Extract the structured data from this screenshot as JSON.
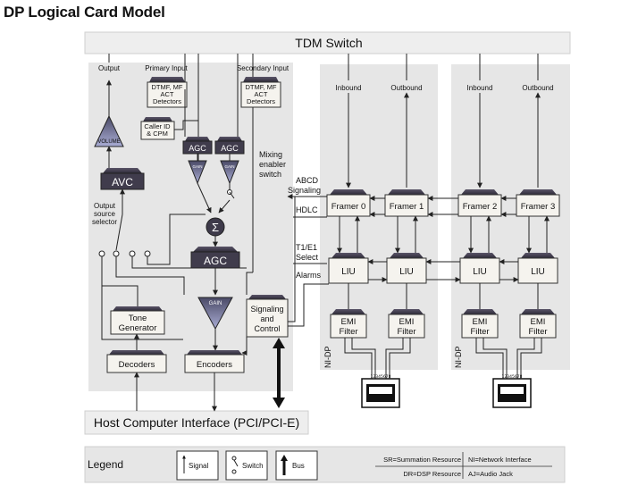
{
  "title": "DP Logical Card Model",
  "tdm_switch": "TDM Switch",
  "host_interface": "Host Computer Interface (PCI/PCI-E)",
  "dsp": {
    "output": "Output",
    "primary_input": "Primary Input",
    "secondary_input": "Secondary Input",
    "detectors_1": [
      "DTMF, MF",
      "ACT",
      "Detectors"
    ],
    "detectors_2": [
      "DTMF, MF",
      "ACT",
      "Detectors"
    ],
    "callerid": [
      "Caller ID",
      "& CPM"
    ],
    "volume": "VOLUME",
    "agc_small_1": "AGC",
    "agc_small_2": "AGC",
    "gain_small_1": "GAIN",
    "gain_small_2": "GAIN",
    "mixing": [
      "Mixing",
      "enabler",
      "switch"
    ],
    "avc": "AVC",
    "output_source": [
      "Output",
      "source",
      "selector"
    ],
    "agc_large": "AGC",
    "gain_large": "GAIN",
    "signaling_control": [
      "Signaling",
      "and",
      "Control"
    ],
    "tone_generator": [
      "Tone",
      "Generator"
    ],
    "decoders": "Decoders",
    "encoders": "Encoders",
    "sum_symbol": "Σ"
  },
  "signals": {
    "abcd": [
      "ABCD",
      "Signaling"
    ],
    "hdlc": "HDLC",
    "t1e1": [
      "T1/E1",
      "Select"
    ],
    "alarms": "Alarms"
  },
  "network": {
    "inbound": "Inbound",
    "outbound": "Outbound",
    "framers": [
      "Framer 0",
      "Framer 1",
      "Framer 2",
      "Framer 3"
    ],
    "liu": "LIU",
    "emi": [
      "EMI",
      "Filter"
    ],
    "ni_dp": "NI-DP",
    "jack_pins": "12345678"
  },
  "legend": {
    "title": "Legend",
    "signal": "Signal",
    "switch": "Switch",
    "bus": "Bus",
    "sr": "SR=Summation Resource",
    "dr": "DR=DSP Resource",
    "ni": "NI=Network Interface",
    "aj": "AJ=Audio Jack"
  },
  "colors": {
    "panel": "#e6e6e6",
    "block": "#f1ede0",
    "device_dark": "#3e3a4a",
    "device_light": "#b8b4c8",
    "line": "#222222"
  }
}
